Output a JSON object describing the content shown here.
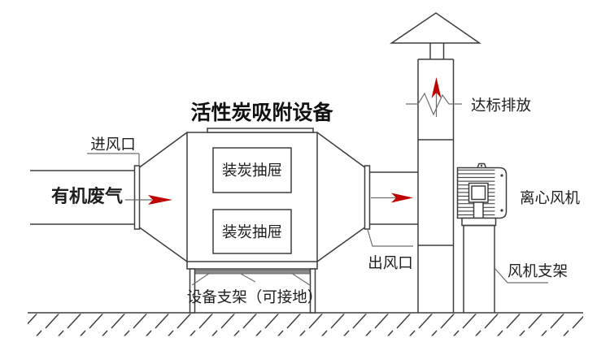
{
  "diagram": {
    "title": "活性炭吸附设备",
    "labels": {
      "inlet_port": "进风口",
      "waste_gas": "有机废气",
      "drawer_top": "装炭抽屉",
      "drawer_bottom": "装炭抽屉",
      "outlet_port": "出风口",
      "equipment_support": "设备支架（可接地）",
      "emission": "达标排放",
      "centrifugal_fan": "离心风机",
      "fan_support": "风机支架"
    },
    "colors": {
      "line": "#3d3d3d",
      "arrow_red": "#c00000",
      "background": "#ffffff"
    }
  }
}
